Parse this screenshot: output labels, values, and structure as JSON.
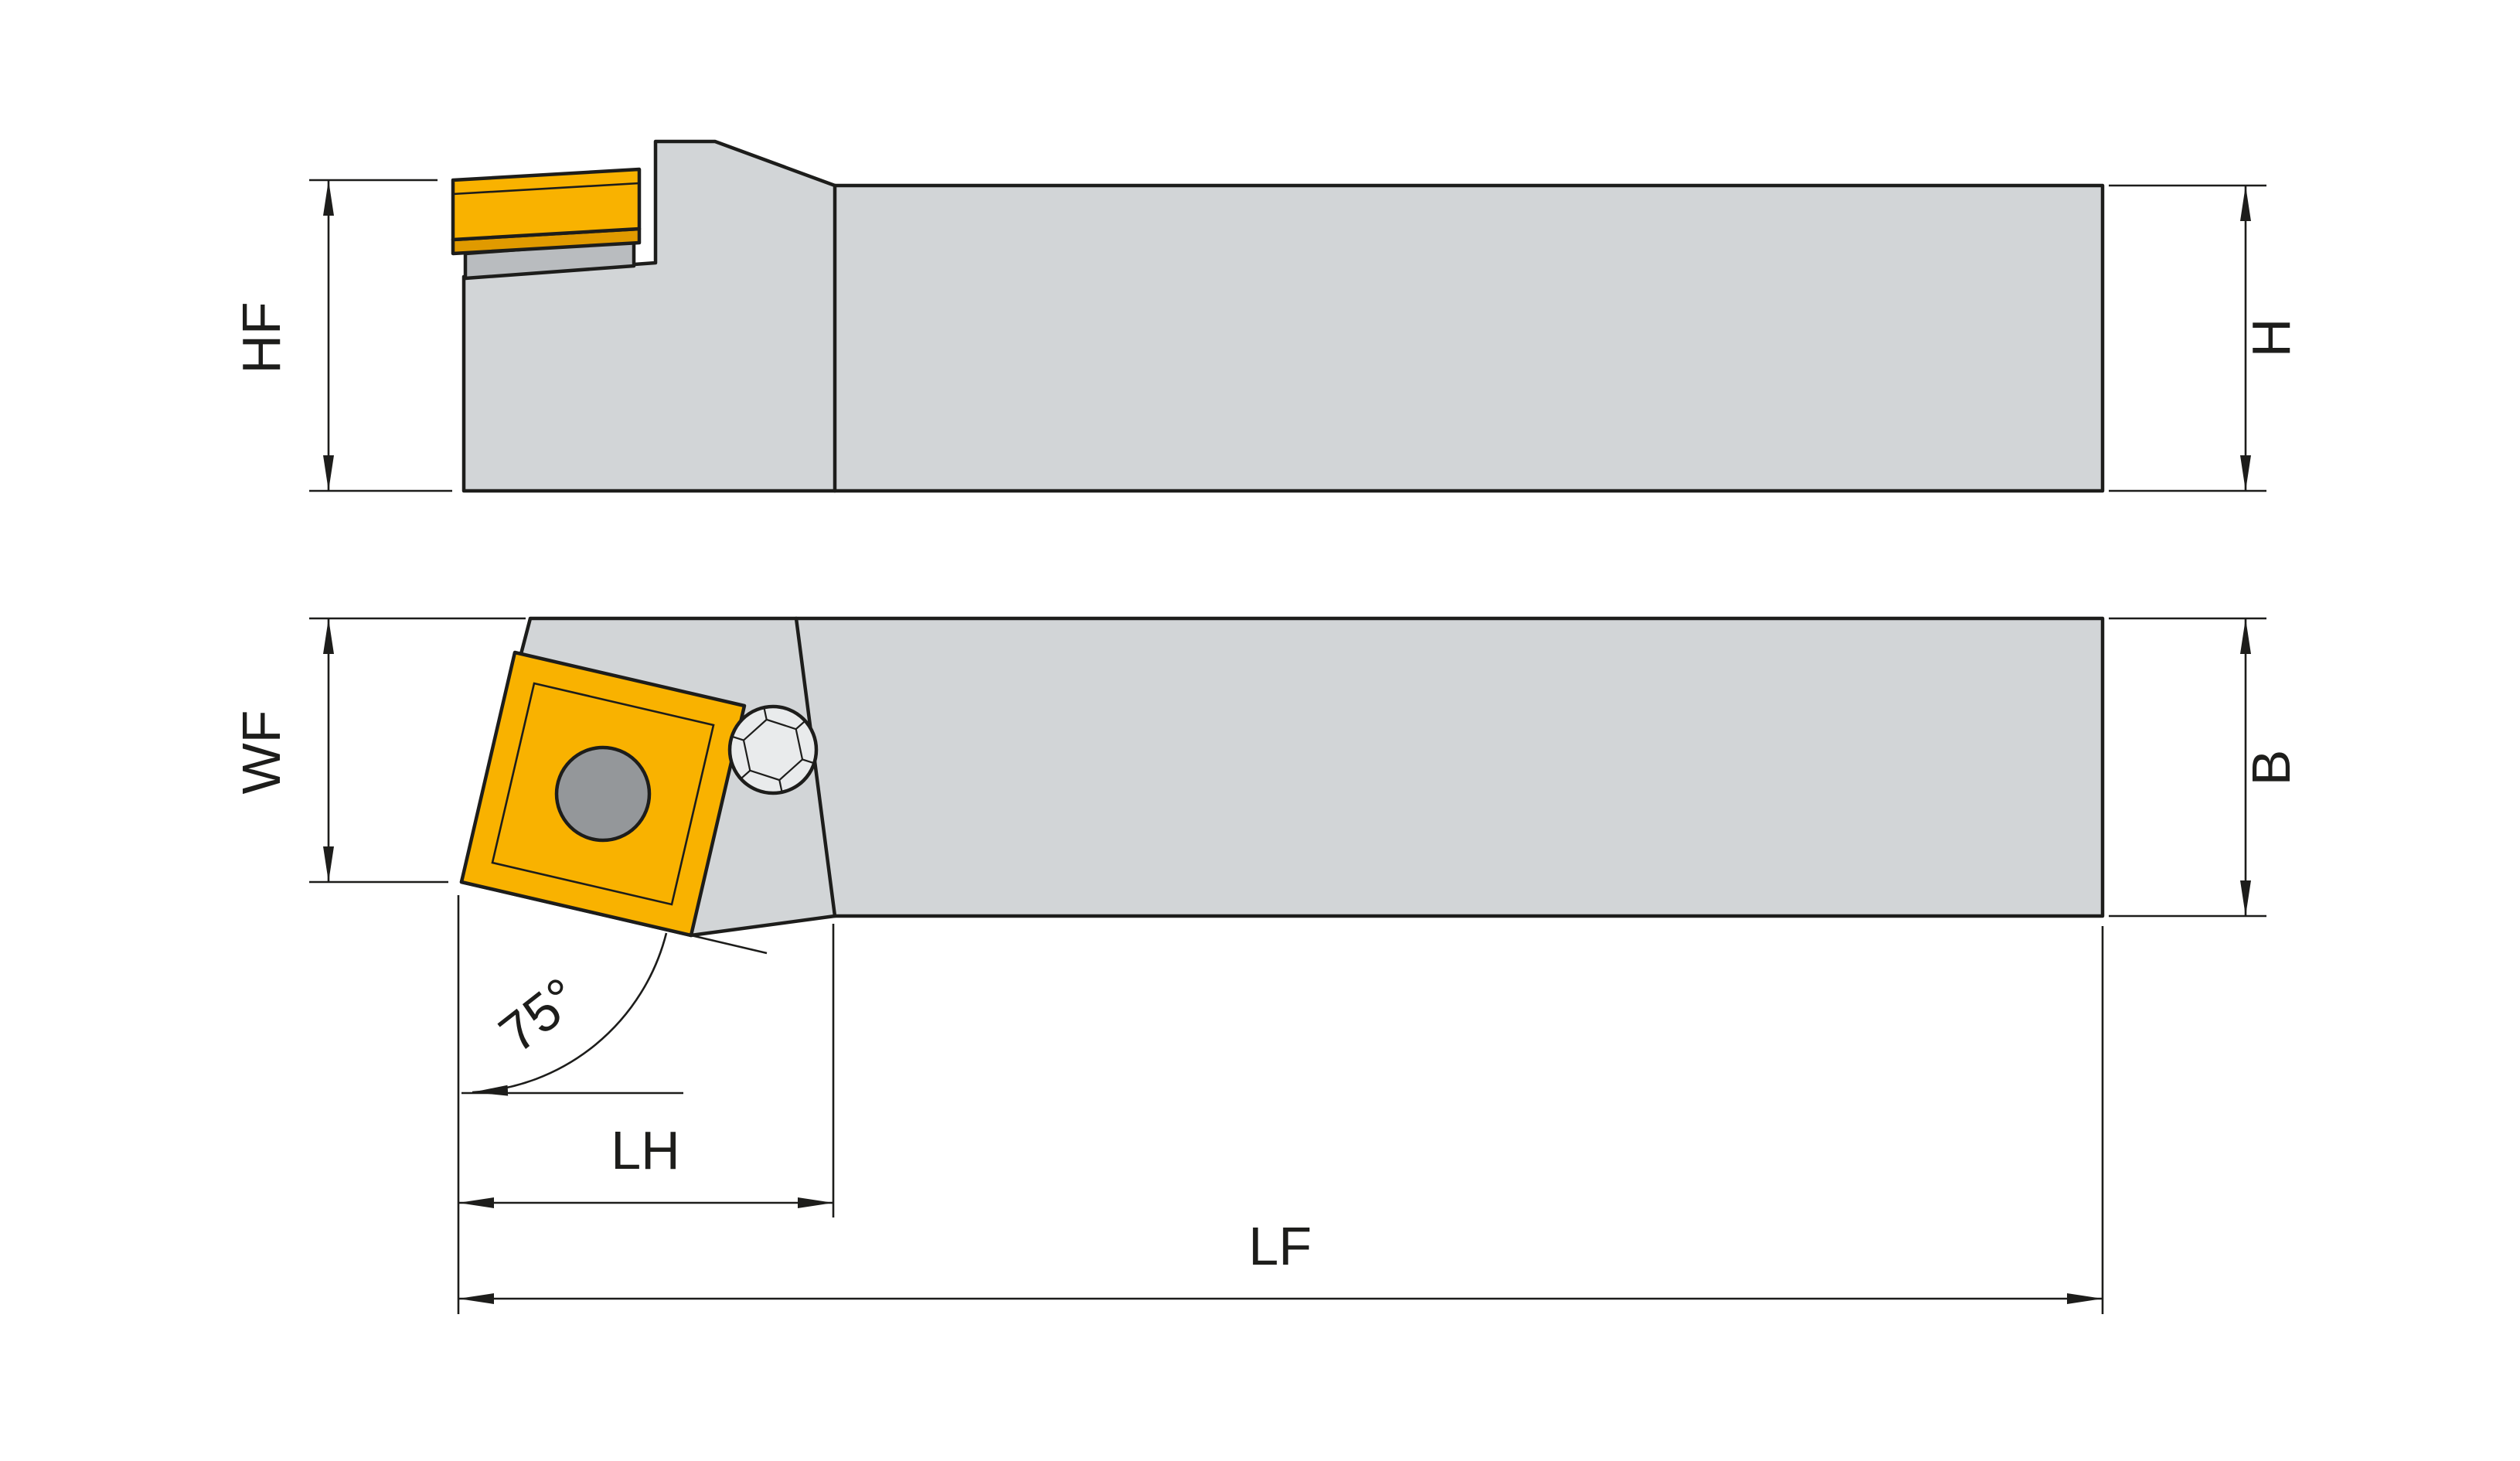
{
  "labels": {
    "height_front": "HF",
    "height": "H",
    "width_front": "WF",
    "width": "B",
    "angle": "75°",
    "head_length": "LH",
    "total_length": "LF"
  },
  "colors": {
    "background": "#ffffff",
    "outline": "#1d1d1b",
    "body_gray": "#d2d5d7",
    "shim_gray": "#b9bcbf",
    "insert_orange": "#f9b200",
    "insert_orange_dark": "#e09a00",
    "hole_gray": "#94979a",
    "screw_fill": "#e9ebec",
    "screw_hex_fill": "#f7f8f8"
  }
}
